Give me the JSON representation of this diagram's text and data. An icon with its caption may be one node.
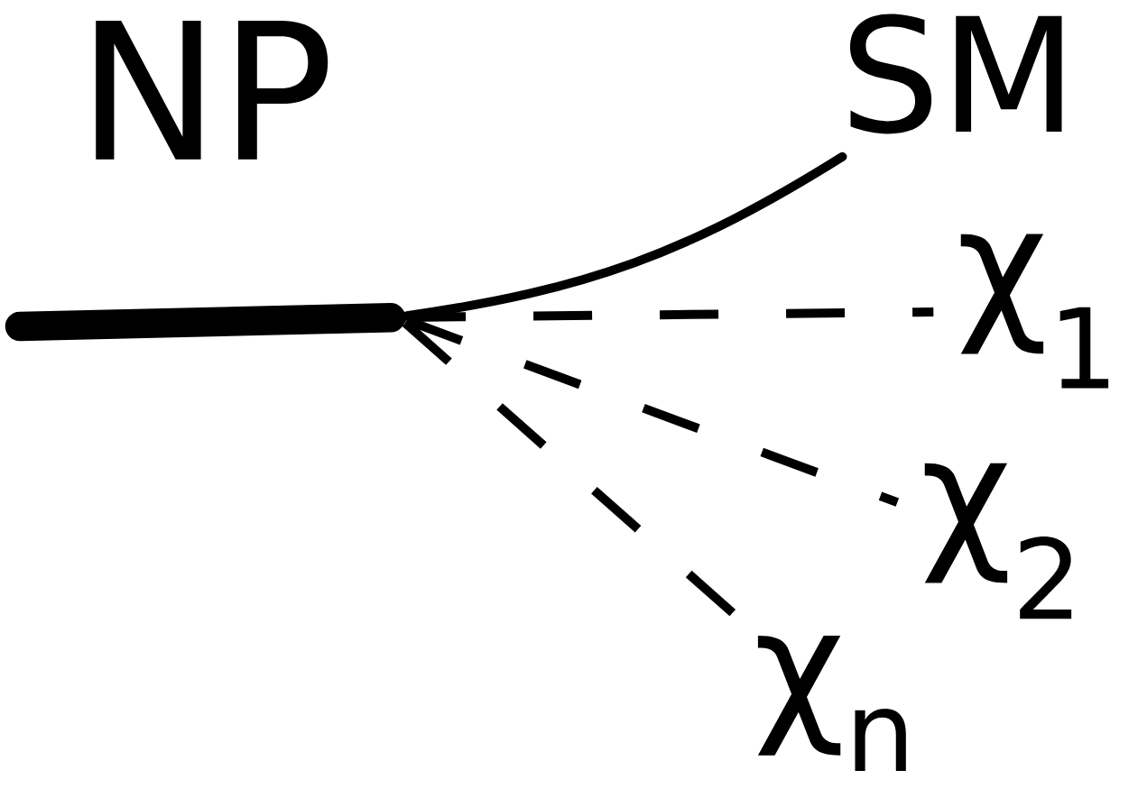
{
  "diagram": {
    "nodes": [
      {
        "text": [],
        "shape": "circle"
      },
      {
        "text": [
          "SM"
        ]
      },
      {
        "text": [
          "χ$_{1}$"
        ]
      },
      {
        "text": [
          "χ$_{2}$"
        ]
      },
      {
        "text": [
          "χ$_{n}$"
        ]
      }
    ],
    "edges": [
      {
        "from": null,
        "to": 0,
        "arrow": "none",
        "style": "thick",
        "label": "NP"
      },
      {
        "from": 0,
        "to": 1,
        "arrow": "none"
      },
      {
        "from": 0,
        "to": 2,
        "arrow": "none",
        "style": "dashed"
      },
      {
        "from": 0,
        "to": 3,
        "arrow": "none",
        "style": "dashed"
      },
      {
        "from": 0,
        "to": 4,
        "arrow": "none",
        "style": "dashed"
      }
    ]
  }
}
